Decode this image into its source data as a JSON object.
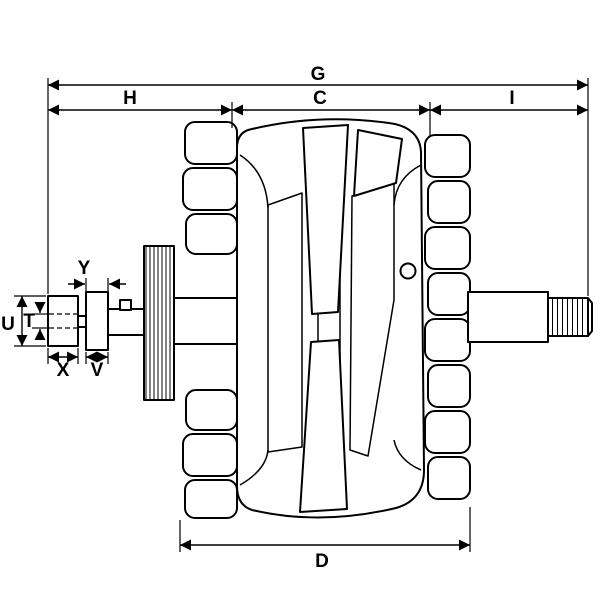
{
  "diagram": {
    "labels": {
      "g": "G",
      "h": "H",
      "c": "C",
      "i": "I",
      "d": "D",
      "u": "U",
      "t": "T",
      "x": "X",
      "v": "V",
      "y": "Y"
    },
    "colors": {
      "line": "#000000",
      "background": "#ffffff"
    }
  }
}
